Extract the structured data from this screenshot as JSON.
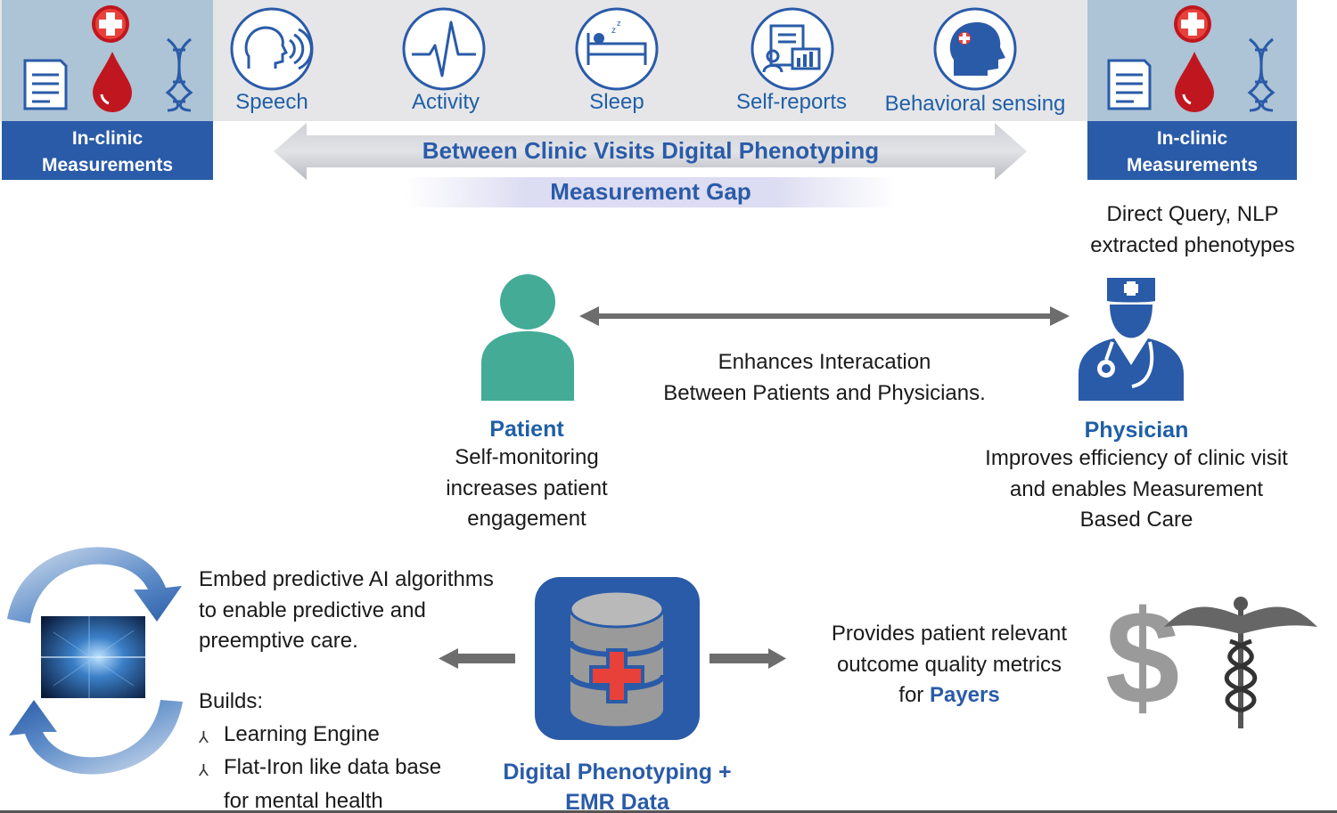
{
  "header": {
    "in_clinic_left": [
      "In-clinic",
      "Measurements"
    ],
    "in_clinic_right": [
      "In-clinic",
      "Measurements"
    ],
    "modalities": [
      "Speech",
      "Activity",
      "Sleep",
      "Self-reports",
      "Behavioral sensing"
    ],
    "between_visits_title": "Between Clinic Visits Digital Phenotyping",
    "measurement_gap": "Measurement Gap"
  },
  "physician_query": [
    "Direct Query, NLP",
    "extracted phenotypes"
  ],
  "interaction": [
    "Enhances Interacation",
    "Between Patients and Physicians."
  ],
  "patient": {
    "title": "Patient",
    "lines": [
      "Self-monitoring",
      "increases patient",
      "engagement"
    ]
  },
  "physician": {
    "title": "Physician",
    "lines": [
      "Improves efficiency of clinic visit",
      "and enables Measurement",
      "Based Care"
    ]
  },
  "ai": {
    "lines": [
      "Embed predictive AI algorithms",
      "to enable predictive and",
      "preemptive care."
    ],
    "builds_label": "Builds:",
    "bullets": [
      "Learning Engine",
      "Flat-Iron like data base",
      "for mental health"
    ]
  },
  "emr": {
    "lines": [
      "Digital Phenotyping +",
      "EMR Data"
    ]
  },
  "payers": {
    "lines": [
      "Provides patient relevant",
      "outcome quality metrics"
    ],
    "for_word": "for ",
    "payers_word": "Payers"
  },
  "colors": {
    "brand_blue": "#2a5ba8",
    "label_blue": "#1f5fa6",
    "panel_blue": "#adc3d6",
    "band_grey": "#e6e6e9",
    "patient_teal": "#43ab96",
    "blood_red": "#c0161f",
    "cross_red": "#e8413a"
  }
}
